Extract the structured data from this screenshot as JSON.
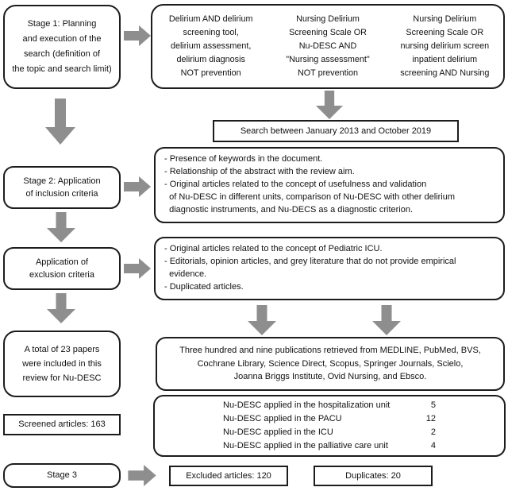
{
  "colors": {
    "arrow": "#8e8e8e",
    "border": "#1c1c1c",
    "background": "#ffffff",
    "text": "#111111"
  },
  "flowchart": {
    "stage1_label": "Stage 1: Planning\nand execution of the\nsearch (definition of\nthe topic and search limit)",
    "search_terms": [
      "Delirium AND delirium\nscreening tool,\ndelirium assessment,\ndelirium diagnosis\nNOT prevention",
      "Nursing Delirium\nScreening Scale OR\nNu-DESC AND\n\"Nursing assessment\"\nNOT prevention",
      "Nursing Delirium\nScreening Scale OR\nnursing delirium screen\ninpatient delirium\nscreening AND Nursing"
    ],
    "search_period": "Search between January 2013 and October 2019",
    "stage2_label": "Stage 2: Application\nof inclusion criteria",
    "inclusion_criteria": "- Presence of keywords in the document.\n- Relationship of the abstract with the review aim.\n- Original articles related to the concept of usefulness and validation\n  of Nu-DESC in different units, comparison of Nu-DESC with other delirium\n  diagnostic instruments, and Nu-DECS as a diagnostic criterion.",
    "exclusion_label": "Application of\nexclusion criteria",
    "exclusion_criteria": "- Original articles related to the concept of Pediatric ICU.\n- Editorials, opinion articles, and grey literature that do not provide empirical\n  evidence.\n- Duplicated articles.",
    "included_papers": "A total of 23 papers\nwere included in this\nreview for Nu-DESC",
    "retrieved_publications": "Three hundred and nine publications retrieved from MEDLINE, PubMed, BVS,\nCochrane Library, Science Direct, Scopus, Springer Journals, Scielo,\nJoanna Briggs Institute, Ovid Nursing, and Ebsco.",
    "screened_articles": "Screened articles: 163",
    "unit_counts": [
      {
        "label": "Nu-DESC applied in the hospitalization unit",
        "count": "5"
      },
      {
        "label": "Nu-DESC applied in the PACU",
        "count": "12"
      },
      {
        "label": "Nu-DESC applied in the ICU",
        "count": "2"
      },
      {
        "label": "Nu-DESC applied in the palliative care unit",
        "count": "4"
      }
    ],
    "stage3_label": "Stage 3",
    "excluded_articles": "Excluded articles: 120",
    "duplicates": "Duplicates: 20"
  }
}
